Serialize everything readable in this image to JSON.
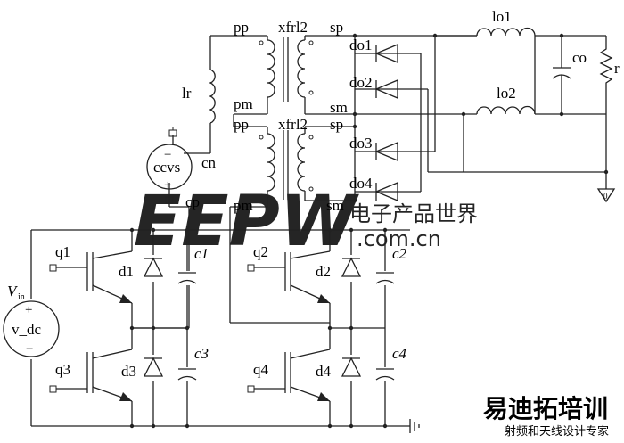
{
  "labels": {
    "pp_top": "pp",
    "xfrl2_top": "xfrl2",
    "sp_top": "sp",
    "pm_top": "pm",
    "sm_top": "sm",
    "pp_bot": "pp",
    "xfrl2_bot": "xfrl2",
    "sp_bot": "sp",
    "pm_bot": "pm",
    "sm_bot": "sm",
    "lr": "lr",
    "cn": "cn",
    "cp": "cp",
    "ccvs": "ccvs",
    "do1": "do1",
    "do2": "do2",
    "do3": "do3",
    "do4": "do4",
    "lo1": "lo1",
    "lo2": "lo2",
    "co": "co",
    "r": "r",
    "gnd_mark": "0",
    "q1": "q1",
    "q2": "q2",
    "q3": "q3",
    "q4": "q4",
    "d1": "d1",
    "d2": "d2",
    "d3": "d3",
    "d4": "d4",
    "c1": "c1",
    "c2": "c2",
    "c3": "c3",
    "c4": "c4",
    "vin_main": "V",
    "vin_sub": "in",
    "vdc": "v_dc",
    "plus": "+",
    "minus": "−"
  },
  "watermark": {
    "eepw": "EEPW",
    "cn_text": "电子产品世界",
    "url": ".com.cn",
    "brand": "易迪拓培训",
    "slogan": "射频和天线设计专家"
  },
  "colors": {
    "eepw_red": "#e02a2a",
    "brand_red": "#d9262c",
    "ink": "#222222"
  }
}
